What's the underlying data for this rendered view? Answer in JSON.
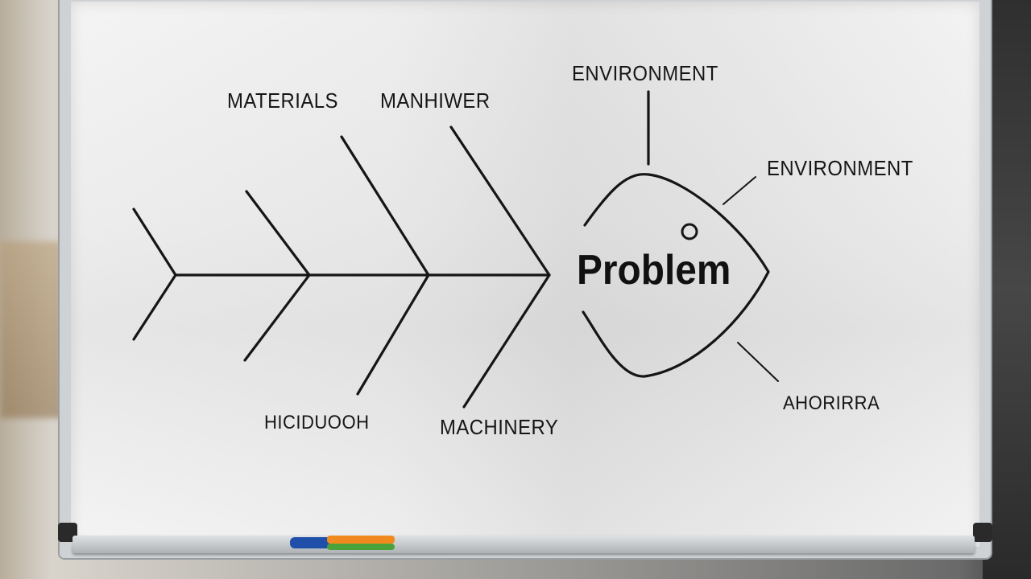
{
  "diagram": {
    "type": "fishbone",
    "head_label": "Problem",
    "top_causes": [
      "MATERIALS",
      "MANHIWER"
    ],
    "bottom_causes": [
      "HICIDUOOH",
      "MACHINERY"
    ],
    "head_labels": [
      "ENVIRONMENT",
      "ENVIRONMENT",
      "AHORIRRA"
    ]
  },
  "colors": {
    "ink": "#111111",
    "board": "#f0f0f0"
  },
  "tray": {
    "markers": [
      "blue-marker",
      "orange-marker",
      "green-marker"
    ]
  }
}
